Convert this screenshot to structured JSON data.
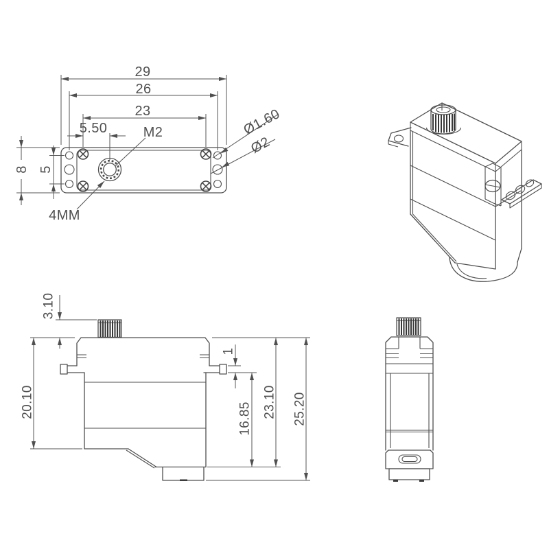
{
  "colors": {
    "background": "#ffffff",
    "line": "#4f4f4f",
    "text": "#4f4f4f"
  },
  "top_view": {
    "dims": {
      "overall_width": "29",
      "mount_hole_span": "26",
      "screw_hole_span": "23",
      "bearing_offset": "5.50",
      "thread_label": "M2",
      "small_hole_dia": "Ø1.60",
      "large_hole_dia": "Ø2",
      "overall_depth": "8",
      "side_hole_span": "5",
      "bearing_label": "4MM"
    }
  },
  "side_view": {
    "dims": {
      "spline_height": "3.10",
      "top_to_case_bottom": "20.10",
      "tab_thickness": "1",
      "tab_to_bottom": "16.85",
      "case_height": "23.10",
      "overall_height": "25.20"
    }
  }
}
